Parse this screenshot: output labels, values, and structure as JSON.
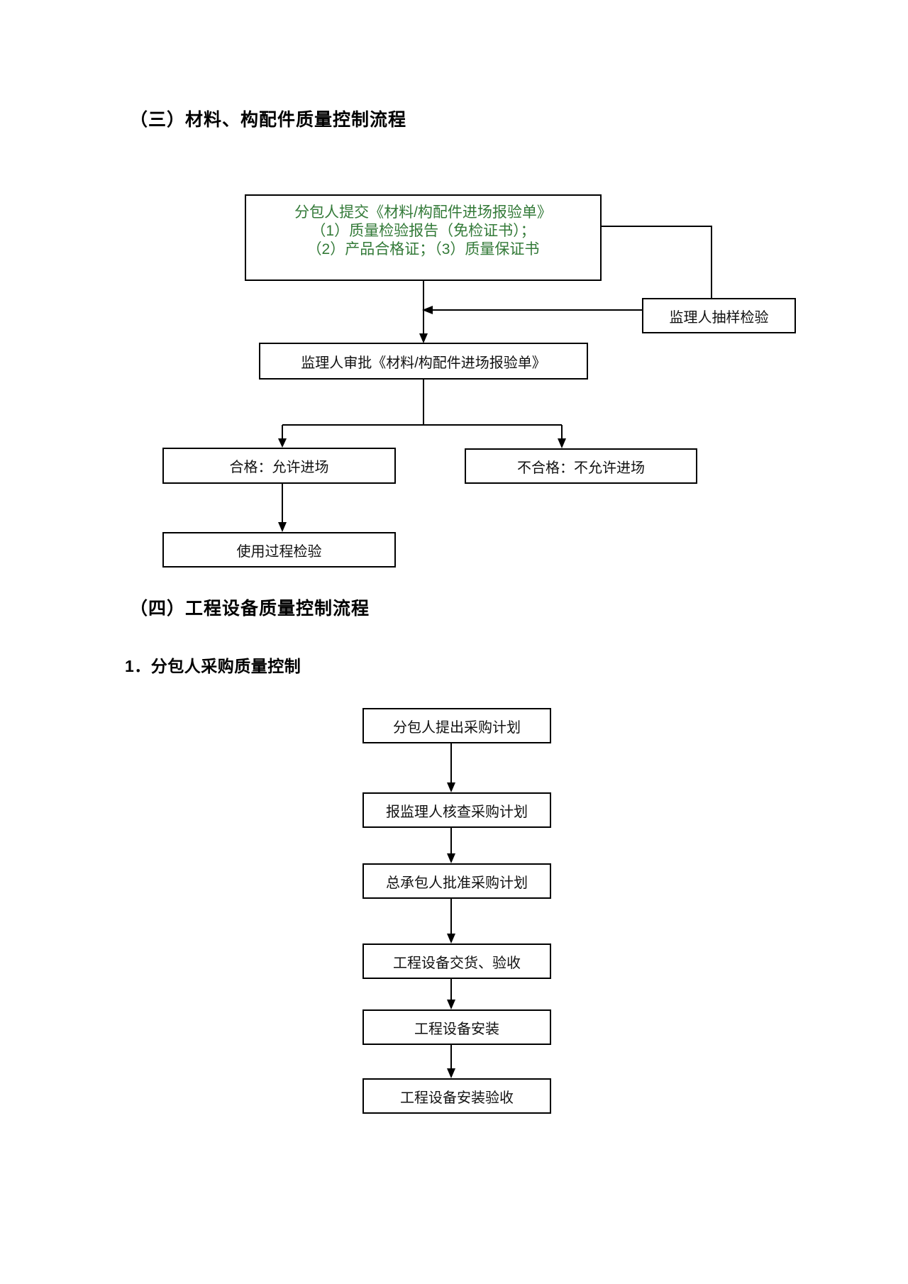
{
  "colors": {
    "submit_text_green": "#337a38",
    "line_black": "#000000"
  },
  "section_materials": {
    "heading": "（三）材料、构配件质量控制流程",
    "flowchart": {
      "submit_box": {
        "line1": "分包人提交《材料/构配件进场报验单》",
        "line2": "（1）质量检验报告（免检证书）；",
        "line3": "（2）产品合格证；（3）质量保证书"
      },
      "sampling_box": "监理人抽样检验",
      "approve_box": "监理人审批《材料/构配件进场报验单》",
      "pass_box": "合格：允许进场",
      "fail_box": "不合格：不允许进场",
      "usage_box": "使用过程检验"
    }
  },
  "section_equipment": {
    "heading": "（四）工程设备质量控制流程",
    "subheading": "1．分包人采购质量控制",
    "flowchart": {
      "steps": [
        "分包人提出采购计划",
        "报监理人核查采购计划",
        "总承包人批准采购计划",
        "工程设备交货、验收",
        "工程设备安装",
        "工程设备安装验收"
      ]
    }
  }
}
